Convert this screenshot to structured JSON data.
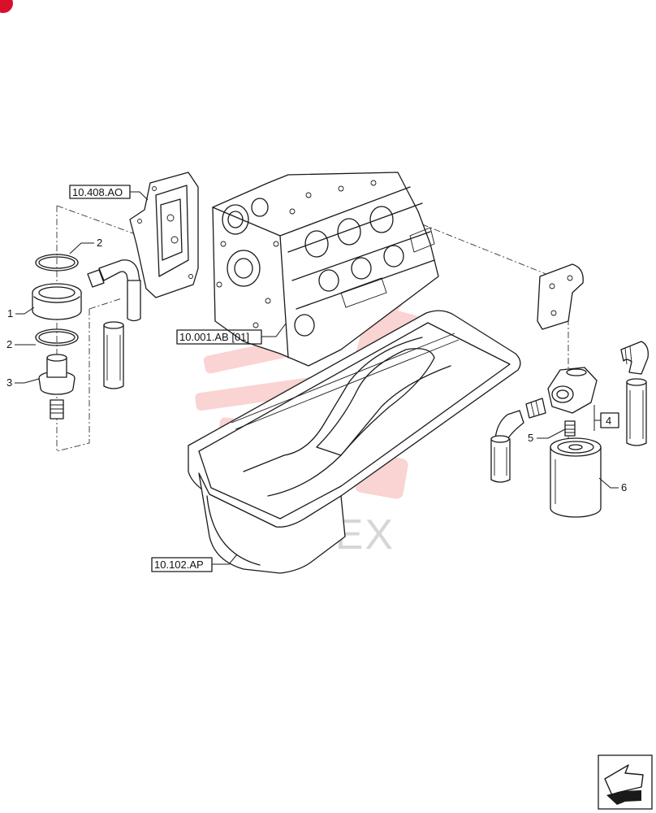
{
  "references": {
    "cover": "10.408.AO",
    "block": "10.001.AB [01]",
    "pan": "10.102.AP"
  },
  "callouts": {
    "c1": "1",
    "c2_top": "2",
    "c2_bottom": "2",
    "c3": "3",
    "c4": "4",
    "c5": "5",
    "c6": "6"
  },
  "watermark": {
    "text": "ИНТЕХ",
    "color": "#f07a7a"
  },
  "colors": {
    "line": "#1a1a1a",
    "corner_badge": "#d8102c"
  },
  "icons": {
    "corner": "corner-badge-icon",
    "navigation": "next-page-arrow-icon"
  }
}
